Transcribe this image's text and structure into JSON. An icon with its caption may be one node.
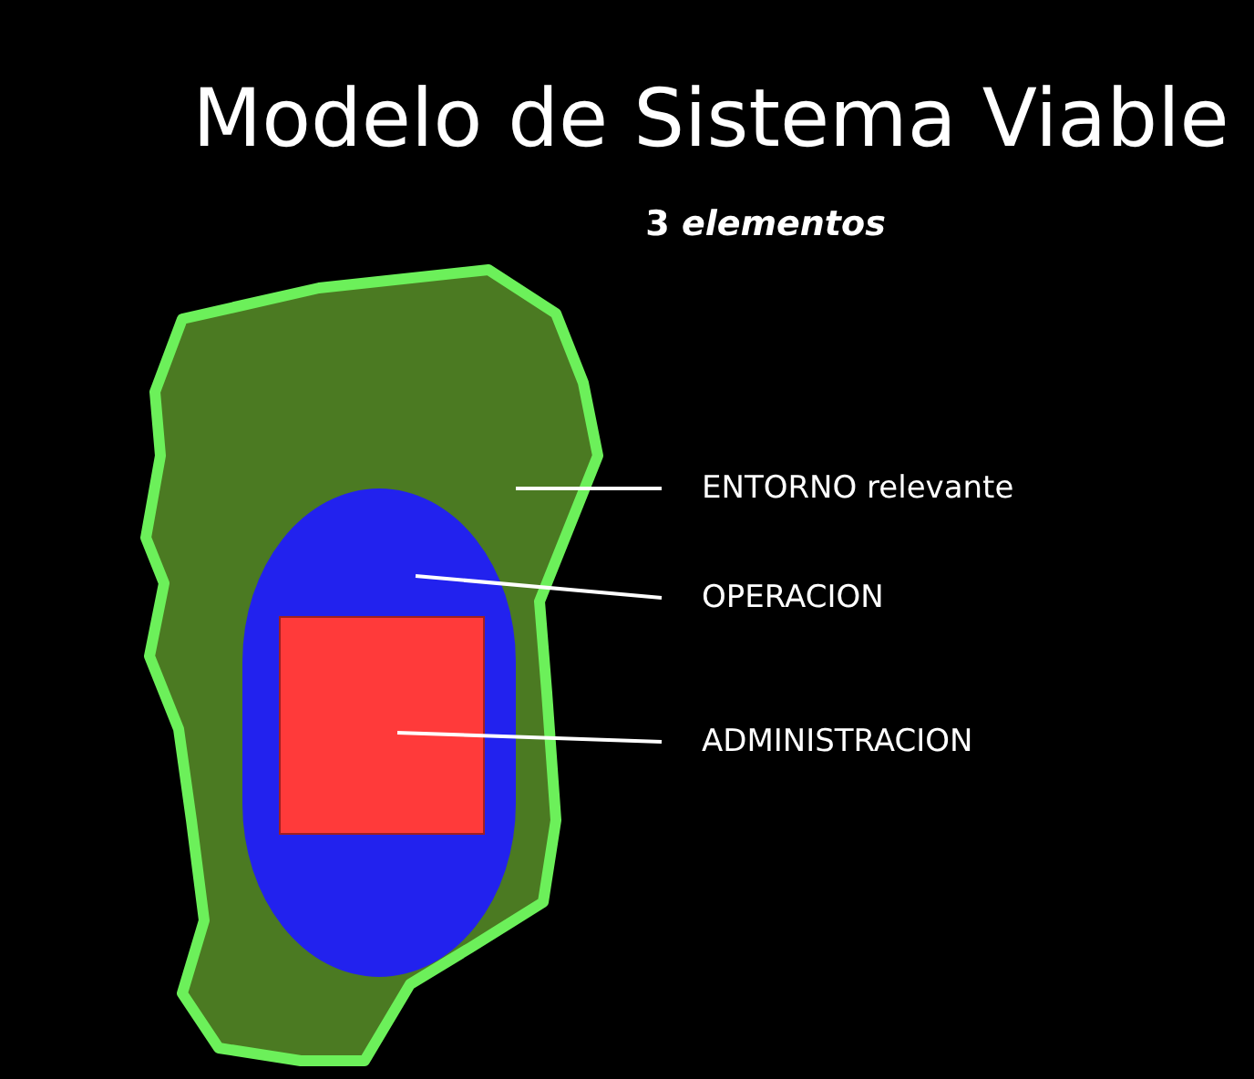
{
  "diagram": {
    "title": "Modelo de Sistema Viable",
    "nodes": [
      {
        "text": [],
        "shape": "cloud"
      },
      {
        "text": [],
        "shape": "ellipse",
        "in": 0
      },
      {
        "text": [],
        "shape": "box",
        "in": 1
      },
      {
        "text": [
          "ENTORNO relevante"
        ]
      },
      {
        "text": [
          "OPERACION"
        ]
      },
      {
        "text": [
          "ADMINISTRACION"
        ]
      }
    ],
    "edges": [
      {
        "from": 3,
        "to": 0,
        "arrow": "none"
      },
      {
        "from": 4,
        "to": 1,
        "arrow": "none"
      },
      {
        "from": 5,
        "to": 2,
        "arrow": "none"
      }
    ],
    "labels": [
      "3 *elementos*"
    ]
  }
}
